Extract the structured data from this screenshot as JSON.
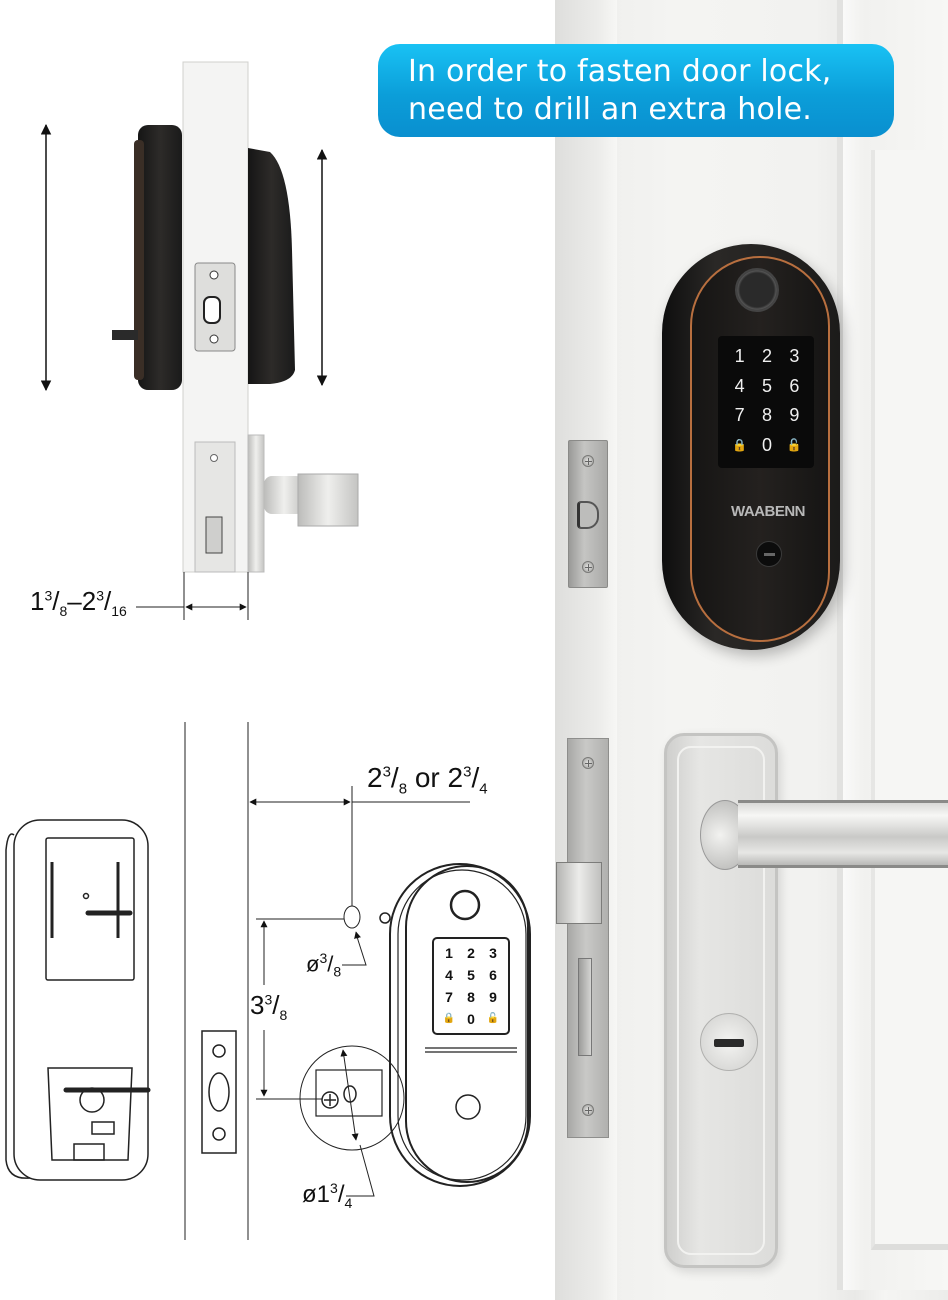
{
  "callout": {
    "line1": "In order to fasten door lock,",
    "line2": "need to drill an extra hole.",
    "bg_color": "#0b9ed9"
  },
  "product": {
    "brand": "WAABENN",
    "keypad": [
      "1",
      "2",
      "3",
      "4",
      "5",
      "6",
      "7",
      "8",
      "9",
      "lock",
      "0",
      "unlock"
    ],
    "trim_color": "#b86f3f",
    "body_color": "#1c1b1a"
  },
  "diagram_side": {
    "door_thickness": {
      "whole": "1",
      "num1": "3",
      "den1": "8",
      "separator": "–",
      "whole2": "2",
      "num2": "3",
      "den2": "16"
    }
  },
  "diagram_front": {
    "backset": {
      "whole1": "2",
      "num1": "3",
      "den1": "8",
      "or": "or",
      "whole2": "2",
      "num2": "3",
      "den2": "4"
    },
    "small_hole": {
      "symbol": "ø",
      "num": "3",
      "den": "8"
    },
    "hole_spacing": {
      "whole": "3",
      "num": "3",
      "den": "8"
    },
    "bore_hole": {
      "symbol": "ø",
      "whole": "1",
      "num": "3",
      "den": "4"
    },
    "mini_keypad": [
      "1",
      "2",
      "3",
      "4",
      "5",
      "6",
      "7",
      "8",
      "9",
      "lock",
      "0",
      "unlock"
    ]
  },
  "icons": {
    "lock": "🔒",
    "unlock": "🔓"
  }
}
